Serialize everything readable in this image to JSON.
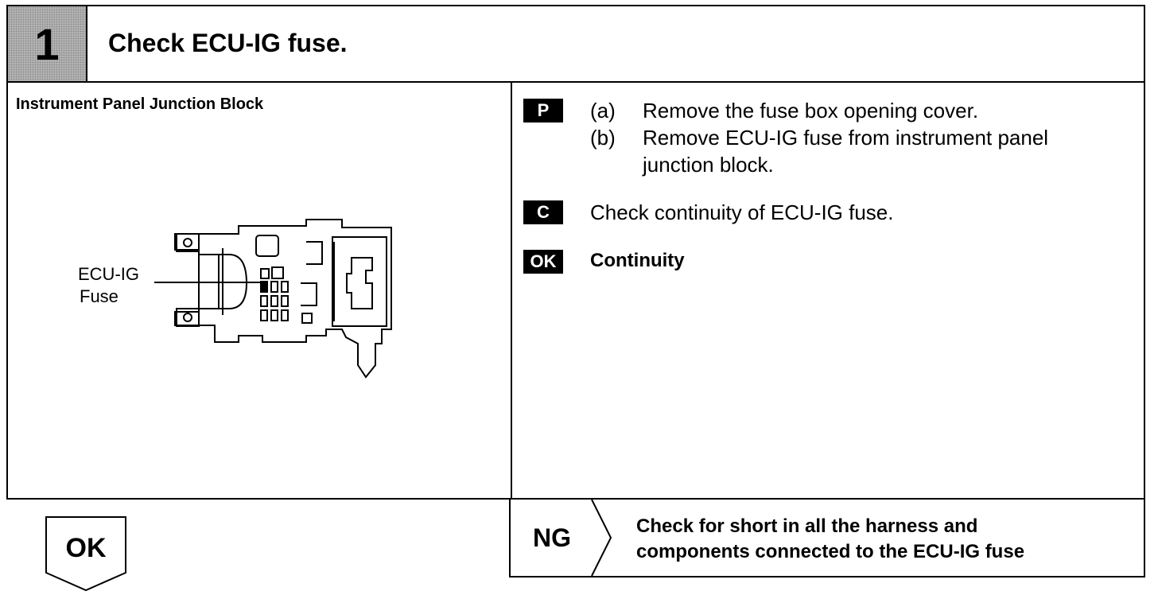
{
  "header": {
    "step_number": "1",
    "title": "Check ECU-IG fuse."
  },
  "figure": {
    "title": "Instrument Panel Junction Block",
    "callout_line1": "ECU-IG",
    "callout_line2": "Fuse"
  },
  "procedure": {
    "p_badge": "P",
    "step_a_marker": "(a)",
    "step_a_text": "Remove the fuse box opening cover.",
    "step_b_marker": "(b)",
    "step_b_line1": "Remove ECU-IG fuse from instrument panel",
    "step_b_line2": "junction block.",
    "c_badge": "C",
    "c_text": "Check continuity of ECU-IG fuse.",
    "ok_badge": "OK",
    "ok_text": "Continuity"
  },
  "result": {
    "ok_label": "OK",
    "ng_label": "NG",
    "ng_line1": "Check for short in all the harness and",
    "ng_line2": "components connected to the ECU-IG fuse"
  }
}
